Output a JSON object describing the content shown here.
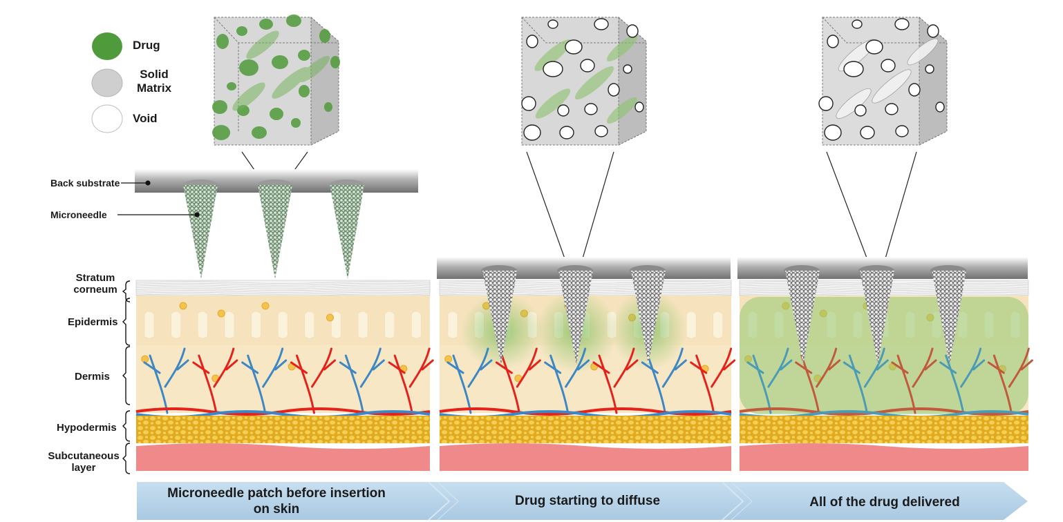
{
  "legend": {
    "items": [
      {
        "label": "Drug",
        "color": "#4f9a3a"
      },
      {
        "label": "Solid\nMatrix",
        "color": "#cfcfcf"
      },
      {
        "label": "Void",
        "color": "#ffffff"
      }
    ]
  },
  "patch_labels": {
    "back_substrate": "Back substrate",
    "microneedle": "Microneedle"
  },
  "skin_layers": [
    {
      "label": "Stratum\ncorneum"
    },
    {
      "label": "Epidermis"
    },
    {
      "label": "Dermis"
    },
    {
      "label": "Hypodermis"
    },
    {
      "label": "Subcutaneous\nlayer"
    }
  ],
  "stages": [
    {
      "caption": "Microneedle patch before insertion\non skin"
    },
    {
      "caption": "Drug starting to diffuse"
    },
    {
      "caption": "All of the drug delivered"
    }
  ],
  "colors": {
    "drug": "#4f9a3a",
    "matrix": "#cfcfcf",
    "epidermis": "#f6e3bd",
    "dermis": "#f7e7c5",
    "hypodermis": "#e8b52a",
    "subcutaneous": "#f08a8a",
    "artery": "#e4221b",
    "vein": "#3d87c4",
    "arrow": "#b8d4ea"
  }
}
